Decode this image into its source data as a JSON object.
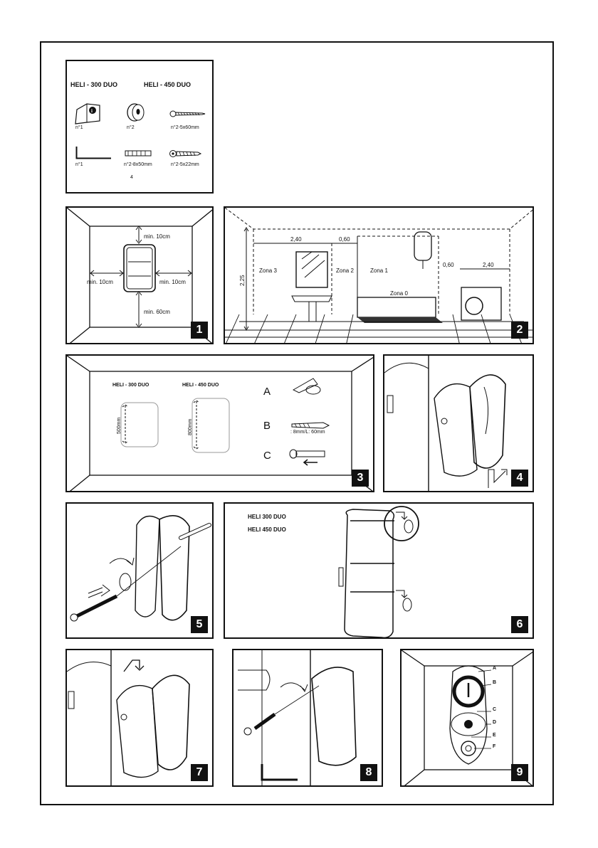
{
  "parts_panel": {
    "model_a": "HELI - 300 DUO",
    "model_b": "HELI - 450 DUO",
    "items": [
      {
        "icon": "manual-icon",
        "qty": "n°1"
      },
      {
        "icon": "wall-bracket-icon",
        "qty": "n°2"
      },
      {
        "icon": "screw-long-icon",
        "qty": "n°2-5x60mm"
      },
      {
        "icon": "allen-key-icon",
        "qty": "n°1"
      },
      {
        "icon": "wall-plug-icon",
        "qty": "n°2-8x50mm"
      },
      {
        "icon": "screw-short-icon",
        "qty": "n°2-5x22mm"
      }
    ],
    "footnote": "4"
  },
  "panel1": {
    "number": "1",
    "top": "min. 10cm",
    "left": "min. 10cm",
    "right": "min. 10cm",
    "bottom": "min. 60cm"
  },
  "panel2": {
    "number": "2",
    "dim_240_left": "2,40",
    "dim_060_left": "0,60",
    "dim_060_right": "0,60",
    "dim_240_right": "2,40",
    "height": "2,25",
    "zone3": "Zona 3",
    "zone2": "Zona 2",
    "zone1": "Zona 1",
    "zone0": "Zona 0"
  },
  "panel3": {
    "number": "3",
    "model_a": "HELI - 300 DUO",
    "model_b": "HELI - 450 DUO",
    "dim_a": "500mm",
    "dim_b": "800mm",
    "step_a": "A",
    "step_b": "B",
    "step_b_text": ": 8mm/L: 60mm",
    "step_c": "C"
  },
  "panel4": {
    "number": "4"
  },
  "panel5": {
    "number": "5"
  },
  "panel6": {
    "number": "6",
    "model_a": "HELI 300 DUO",
    "model_b": "HELI 450 DUO"
  },
  "panel7": {
    "number": "7"
  },
  "panel8": {
    "number": "8"
  },
  "panel9": {
    "number": "9",
    "labels": [
      "A",
      "B",
      "C",
      "D",
      "E",
      "F"
    ]
  }
}
